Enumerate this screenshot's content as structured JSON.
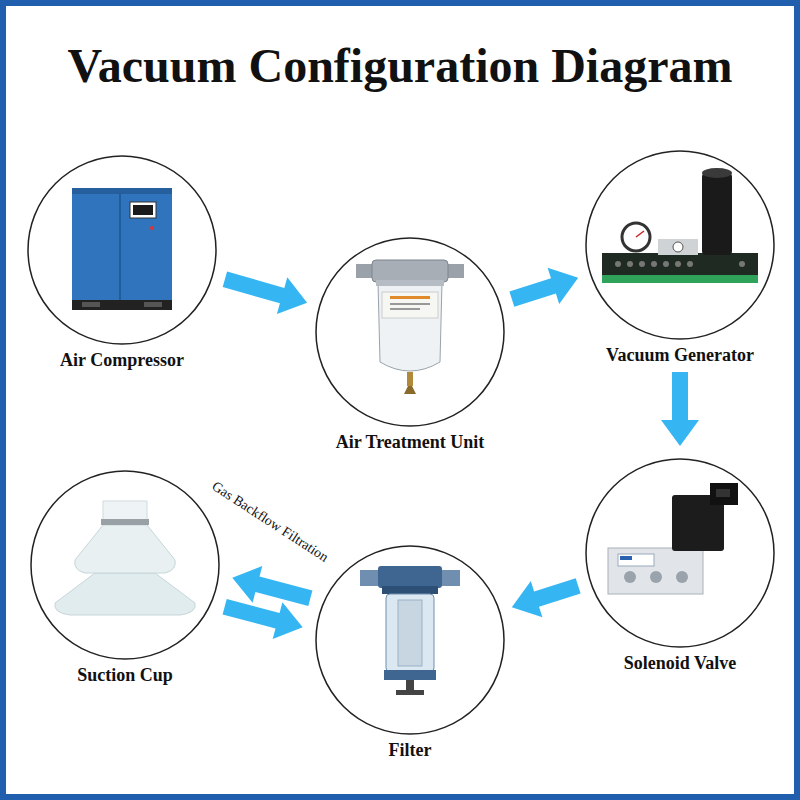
{
  "diagram": {
    "title": "Vacuum Configuration Diagram",
    "nodes": [
      {
        "text": [
          "Air Compressor"
        ]
      },
      {
        "text": [
          "Air Treatment Unit"
        ]
      },
      {
        "text": [
          "Vacuum Generator"
        ]
      },
      {
        "text": [
          "Solenoid Valve"
        ]
      },
      {
        "text": [
          "Filter"
        ]
      },
      {
        "text": [
          "Suction Cup"
        ]
      }
    ],
    "edges": [
      {
        "from": 0,
        "to": 1,
        "arrow": "to"
      },
      {
        "from": 1,
        "to": 2,
        "arrow": "to"
      },
      {
        "from": 2,
        "to": 3,
        "arrow": "to"
      },
      {
        "from": 3,
        "to": 4,
        "arrow": "to"
      },
      {
        "from": 4,
        "to": 5,
        "label": "Gas Backflow Filtration",
        "arrow": "to"
      },
      {
        "from": 5,
        "to": 4,
        "arrow": "to"
      }
    ]
  }
}
